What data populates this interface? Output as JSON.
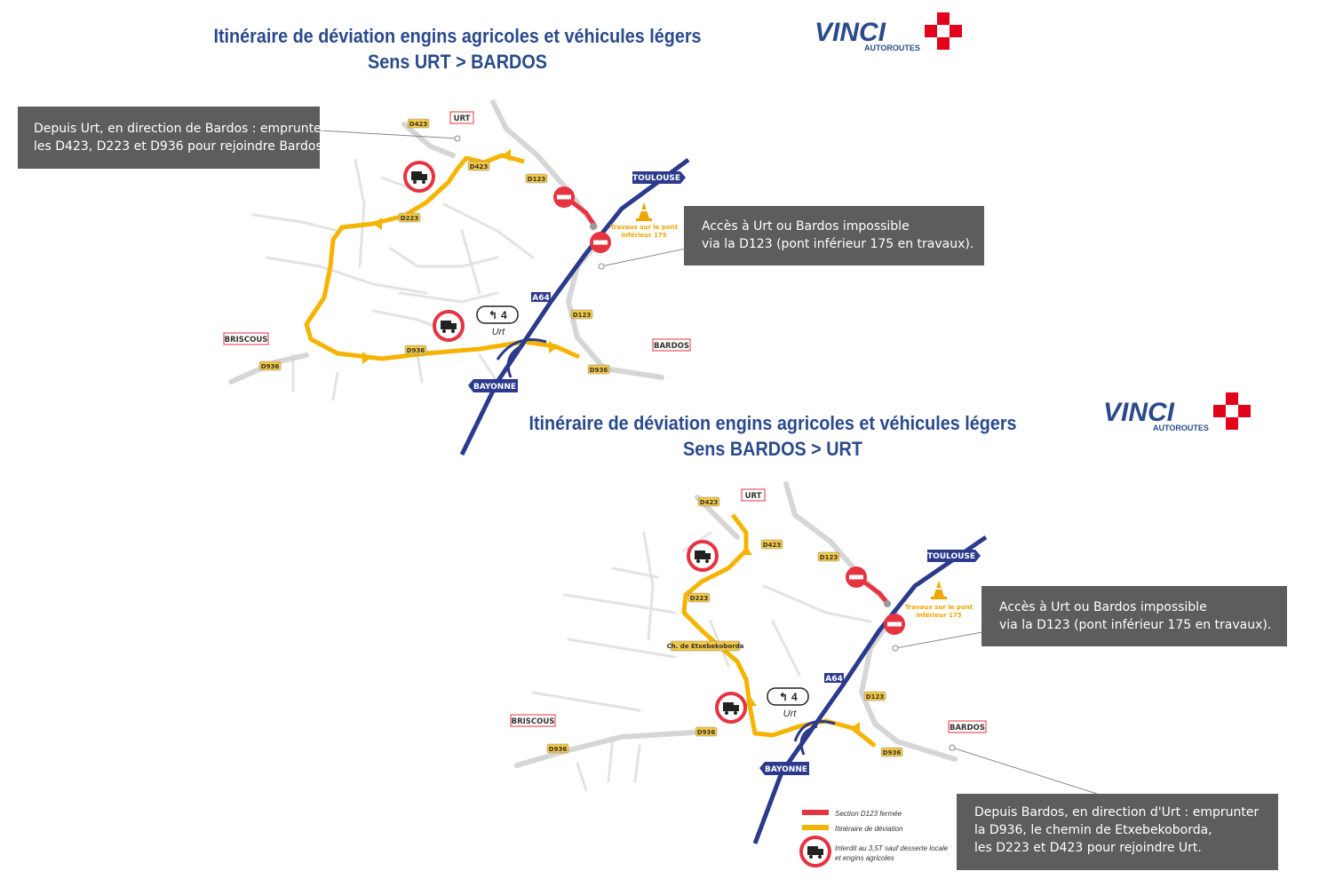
{
  "map1": {
    "title_line1": "Itinéraire de déviation engins agricoles et véhicules légers",
    "title_line2": "Sens URT > BARDOS",
    "callout_left": [
      "Depuis Urt, en direction de Bardos : emprunter",
      "les D423, D223 et D936 pour rejoindre Bardos."
    ],
    "callout_right": [
      "Accès à Urt ou Bardos impossible",
      "via la D123 (pont inférieur 175 en travaux)."
    ],
    "works": [
      "Travaux sur le pont",
      "inférieur 175"
    ],
    "towns": {
      "urt": "URT",
      "briscous": "BRISCOUS",
      "bardos": "BARDOS"
    },
    "roads": {
      "d423a": "D423",
      "d423b": "D423",
      "d223": "D223",
      "d123a": "D123",
      "d123b": "D123",
      "d936a": "D936",
      "d936b": "D936",
      "d936c": "D936",
      "a64": "A64"
    },
    "direction_signs": {
      "toulouse": "TOULOUSE",
      "bayonne": "BAYONNE"
    },
    "exit": {
      "number": "4",
      "name": "Urt"
    }
  },
  "map2": {
    "title_line1": "Itinéraire de déviation engins agricoles et véhicules légers",
    "title_line2": "Sens BARDOS > URT",
    "callout_right": [
      "Accès à Urt ou Bardos impossible",
      "via la D123 (pont inférieur 175 en travaux)."
    ],
    "callout_bottom": [
      "Depuis Bardos, en direction d'Urt : emprunter",
      "la D936, le chemin de Etxebekoborda,",
      "les D223 et D423 pour rejoindre Urt."
    ],
    "works": [
      "Travaux sur le pont",
      "inférieur 175"
    ],
    "towns": {
      "urt": "URT",
      "briscous": "BRISCOUS",
      "bardos": "BARDOS"
    },
    "roads": {
      "d423a": "D423",
      "d423b": "D423",
      "d223": "D223",
      "d123a": "D123",
      "d123b": "D123",
      "d936a": "D936",
      "d936b": "D936",
      "d936c": "D936",
      "a64": "A64",
      "chemin": "Ch. de Etxebekoborda"
    },
    "direction_signs": {
      "toulouse": "TOULOUSE",
      "bayonne": "BAYONNE"
    },
    "exit": {
      "number": "4",
      "name": "Urt"
    }
  },
  "logo": {
    "brand": "VINCI",
    "sub": "AUTOROUTES"
  },
  "legend": {
    "closed": "Section D123 fermée",
    "detour": "Itinéraire de déviation",
    "forbidden_1": "Interdit au 3,5T sauf desserte locale",
    "forbidden_2": "et engins agricoles"
  },
  "colors": {
    "title": "#2a4a8c",
    "detour": "#f4b400",
    "closed": "#e63340",
    "motorway": "#2b3a8c",
    "callout_bg": "#5d5d5d",
    "road": "#d9d9d9",
    "logo_blue": "#2a4a8c",
    "logo_red": "#e2001a"
  }
}
